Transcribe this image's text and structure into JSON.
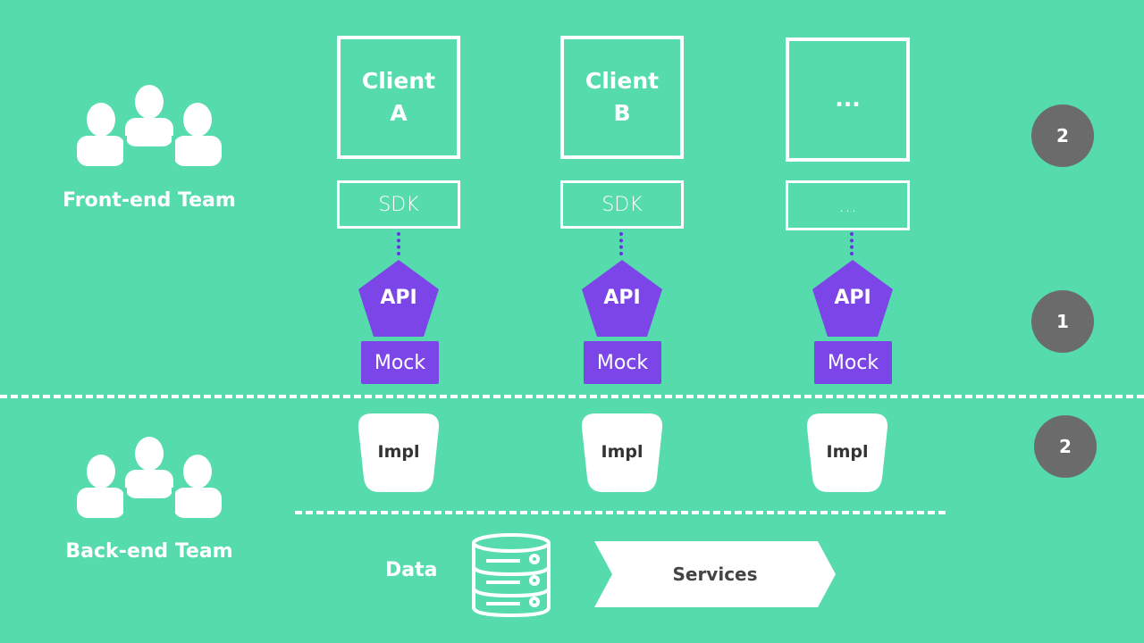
{
  "colors": {
    "background": "#56dbac",
    "api_purple": "#7b45e8",
    "dot_purple": "#6236e0",
    "badge_gray": "#6b6b6b",
    "white": "#ffffff"
  },
  "teams": {
    "front_end": "Front-end Team",
    "back_end": "Back-end Team"
  },
  "clients": [
    {
      "name": "Client\nA",
      "sdk": "SDK",
      "api": "API",
      "mock": "Mock",
      "impl": "Impl"
    },
    {
      "name": "Client\nB",
      "sdk": "SDK",
      "api": "API",
      "mock": "Mock",
      "impl": "Impl"
    },
    {
      "name": "...",
      "sdk": "...",
      "api": "API",
      "mock": "Mock",
      "impl": "Impl"
    }
  ],
  "badges": {
    "clients": "2",
    "api_mock": "1",
    "impl": "2"
  },
  "data_layer": {
    "data_label": "Data",
    "services_label": "Services",
    "database_icon": "database-icon"
  },
  "icons": {
    "team": "team-icon"
  }
}
